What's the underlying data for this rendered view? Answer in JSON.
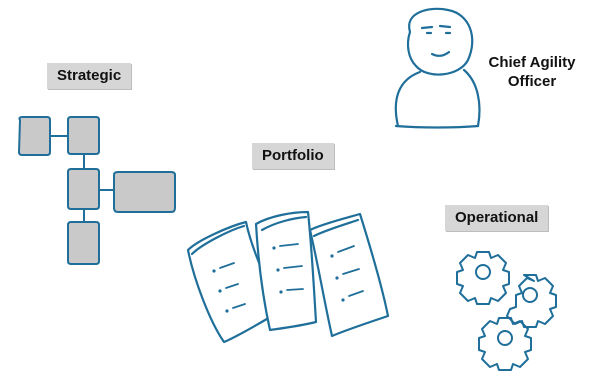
{
  "labels": {
    "strategic": "Strategic",
    "portfolio": "Portfolio",
    "operational": "Operational"
  },
  "role": {
    "title_line1": "Chief Agility",
    "title_line2": "Officer"
  },
  "colors": {
    "ink": "#1f6f9a",
    "box_fill": "#c9c9c9",
    "tag_bg": "#d6d6d6"
  },
  "icons": [
    "person-icon",
    "org-chart-icon",
    "documents-icon",
    "gears-icon"
  ]
}
